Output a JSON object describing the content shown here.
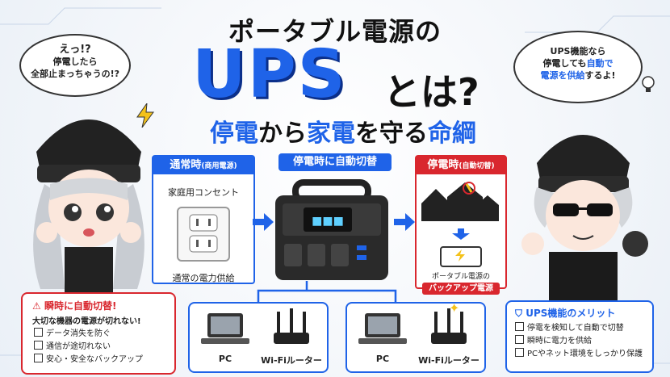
{
  "title": {
    "line1": "ポータブル電源の",
    "ups": "UPS",
    "towa": "とは?",
    "line3_a": "停電",
    "line3_b": "から",
    "line3_c": "家電",
    "line3_d": "を守る",
    "line3_e": "命綱"
  },
  "bubble_left": {
    "line1": "えっ!?",
    "line2": "停電したら",
    "line3": "全部止まっちゃうの!?"
  },
  "bubble_right": {
    "line1": "UPS機能なら",
    "line2a": "停電しても",
    "line2b": "自動で",
    "line3a": "電源を供給",
    "line3b": "するよ!"
  },
  "normal": {
    "head": "通常時",
    "head_sub": "(商用電源)",
    "outlet_label": "家庭用コンセント",
    "supply_label": "通常の電力供給"
  },
  "switch": {
    "head": "停電時に自動切替"
  },
  "outage": {
    "head": "停電時",
    "head_sub": "(自動切替)",
    "caption1": "ポータブル電源の",
    "caption2": "バックアップ電源"
  },
  "device_group_left": {
    "pc": "PC",
    "router": "Wi-Fiルーター"
  },
  "device_group_right": {
    "pc": "PC",
    "router": "Wi-Fiルーター"
  },
  "instant": {
    "title": "瞬時に自動切替!",
    "subtitle": "大切な機器の電源が切れない!",
    "items": [
      "データ消失を防ぐ",
      "通信が途切れない",
      "安心・安全なバックアップ"
    ]
  },
  "merit": {
    "title": "UPS機能のメリット",
    "items": [
      "停電を検知して自動で切替",
      "瞬時に電力を供給",
      "PCやネット環境をしっかり保護"
    ]
  },
  "colors": {
    "accent": "#1f63e8",
    "alert": "#d9272e"
  }
}
